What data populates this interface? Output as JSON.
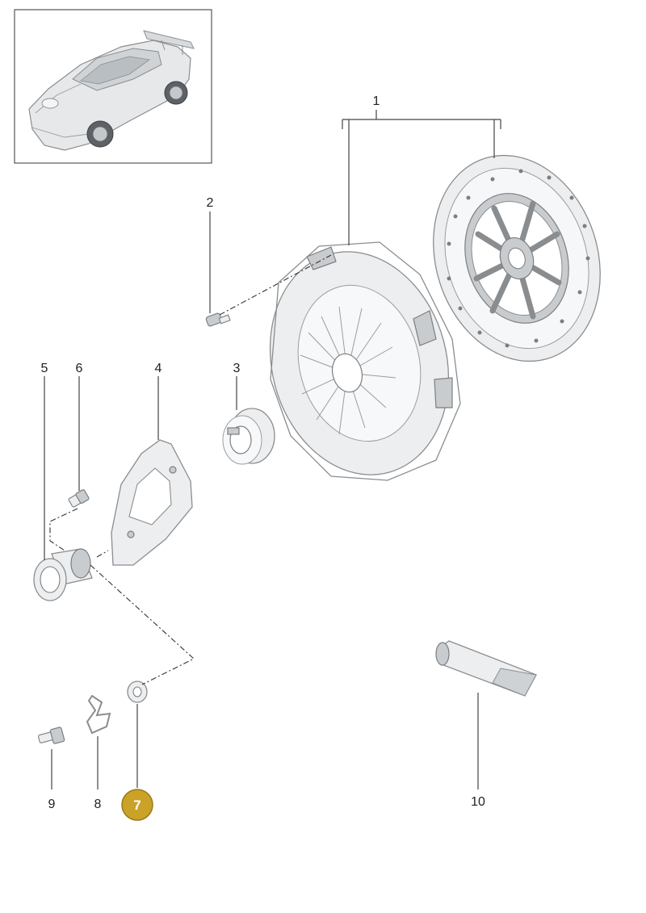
{
  "callouts": [
    {
      "id": "1",
      "label": "1",
      "highlighted": false
    },
    {
      "id": "2",
      "label": "2",
      "highlighted": false
    },
    {
      "id": "3",
      "label": "3",
      "highlighted": false
    },
    {
      "id": "4",
      "label": "4",
      "highlighted": false
    },
    {
      "id": "5",
      "label": "5",
      "highlighted": false
    },
    {
      "id": "6",
      "label": "6",
      "highlighted": false
    },
    {
      "id": "7",
      "label": "7",
      "highlighted": true
    },
    {
      "id": "8",
      "label": "8",
      "highlighted": false
    },
    {
      "id": "9",
      "label": "9",
      "highlighted": false
    },
    {
      "id": "10",
      "label": "10",
      "highlighted": false
    }
  ],
  "colors": {
    "highlight_fill": "#c9a227",
    "highlight_stroke": "#9a7a14",
    "line": "#444444",
    "part_fill": "#eceeef"
  },
  "icons": {
    "thumbnail": "sports-car-icon"
  }
}
